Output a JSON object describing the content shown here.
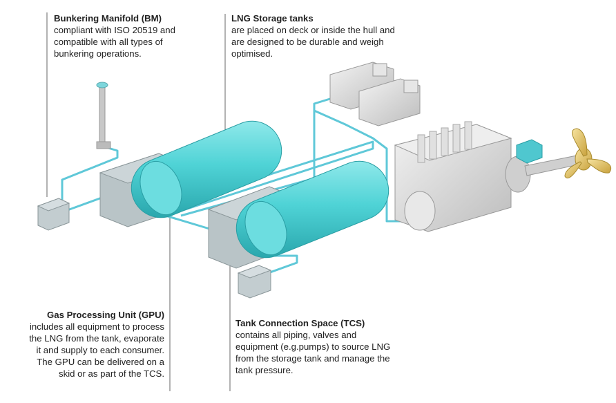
{
  "annotations": {
    "bm": {
      "title": "Bunkering Manifold (BM)",
      "desc": "compliant with ISO 20519 and\ncompatible with all types of\nbunkering operations."
    },
    "lng": {
      "title": "LNG Storage tanks",
      "desc": "are placed on deck or inside the hull and\nare designed to be durable and weigh\noptimised."
    },
    "gpu": {
      "title": "Gas Processing Unit (GPU)",
      "desc": "includes all equipment to process\nthe LNG from the tank, evaporate\nit and supply to each consumer.\nThe GPU can be delivered on a\nskid or as part of the TCS."
    },
    "tcs": {
      "title": "Tank Connection Space (TCS)",
      "desc": "contains all piping, valves and\nequipment (e.g.pumps) to source LNG\nfrom the storage tank and manage the\ntank pressure."
    }
  },
  "colors": {
    "tank": "#4fd3d6",
    "tank_shade": "#2fb3b8",
    "box": "#b8c3c6",
    "pipe": "#5fc8d8",
    "machinery": "#d9d9d9",
    "propeller": "#e2c46a",
    "leader": "#555555"
  }
}
